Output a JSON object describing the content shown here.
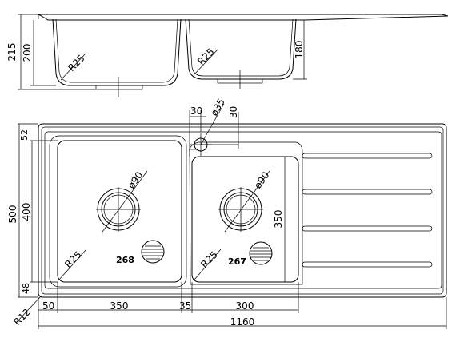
{
  "dimensions": {
    "side_total_height": "215",
    "side_left_bowl_depth": "200",
    "side_right_bowl_depth": "180",
    "side_left_radius": "R25",
    "side_right_radius": "R25",
    "tap_hole_offset_x": "30",
    "tap_hole_offset_y": "30",
    "tap_hole_diameter": "ø35",
    "top_offset": "52",
    "overall_depth": "500",
    "bowl_depth": "400",
    "right_bowl_depth": "350",
    "bottom_offset": "48",
    "left_drain_diameter": "ø90",
    "right_drain_diameter": "ø90",
    "left_bowl_radius": "R25",
    "right_bowl_radius": "R25",
    "corner_radius": "R12",
    "left_margin": "50",
    "left_bowl_width": "350",
    "bowl_gap": "35",
    "right_bowl_width": "300",
    "overall_width": "1160"
  },
  "labels": {
    "left_bowl_number": "268",
    "right_bowl_number": "267"
  }
}
